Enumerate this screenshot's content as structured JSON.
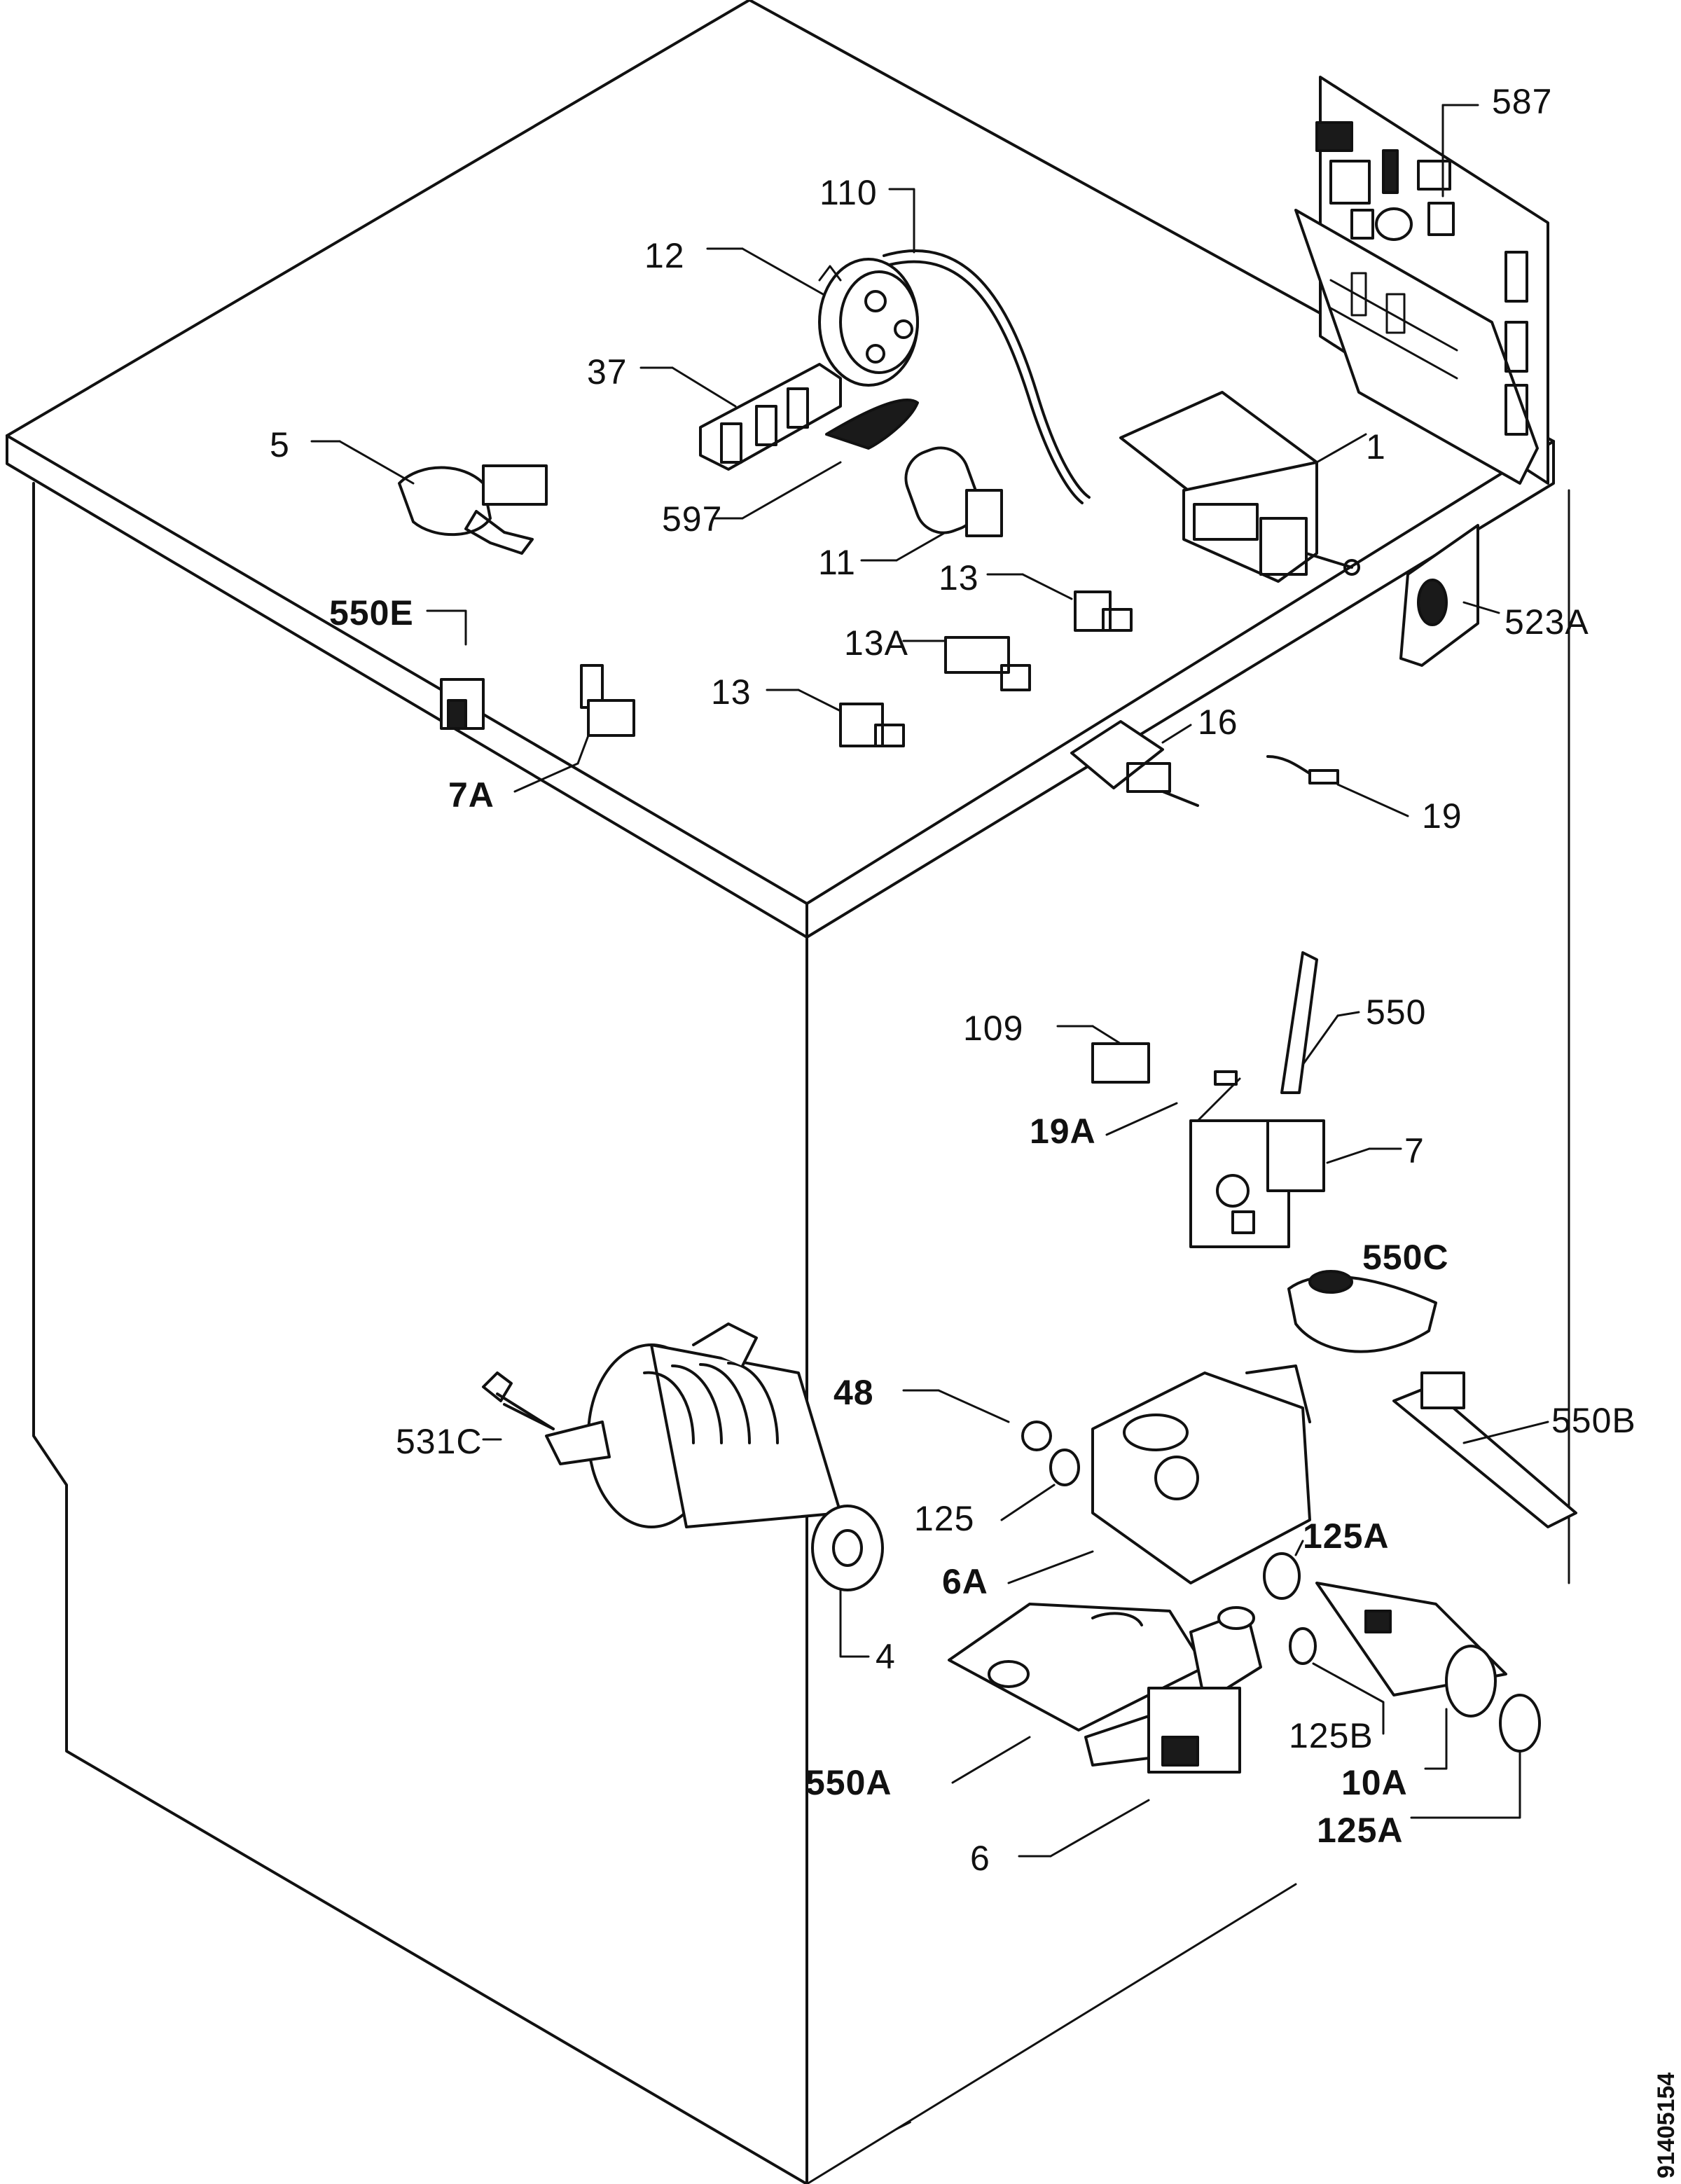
{
  "diagram": {
    "document_number": "91405154",
    "parts": [
      {
        "id": "587",
        "label": "587"
      },
      {
        "id": "110",
        "label": "110"
      },
      {
        "id": "12",
        "label": "12"
      },
      {
        "id": "37",
        "label": "37"
      },
      {
        "id": "5",
        "label": "5"
      },
      {
        "id": "1",
        "label": "1"
      },
      {
        "id": "597",
        "label": "597"
      },
      {
        "id": "11",
        "label": "11"
      },
      {
        "id": "13_top",
        "label": "13"
      },
      {
        "id": "523A",
        "label": "523A"
      },
      {
        "id": "550E",
        "label": "550E"
      },
      {
        "id": "13A",
        "label": "13A"
      },
      {
        "id": "13_mid",
        "label": "13"
      },
      {
        "id": "16",
        "label": "16"
      },
      {
        "id": "7A",
        "label": "7A"
      },
      {
        "id": "19",
        "label": "19"
      },
      {
        "id": "550",
        "label": "550"
      },
      {
        "id": "109",
        "label": "109"
      },
      {
        "id": "19A",
        "label": "19A"
      },
      {
        "id": "7",
        "label": "7"
      },
      {
        "id": "550C",
        "label": "550C"
      },
      {
        "id": "48",
        "label": "48"
      },
      {
        "id": "531C",
        "label": "531C"
      },
      {
        "id": "550B",
        "label": "550B"
      },
      {
        "id": "125",
        "label": "125"
      },
      {
        "id": "125A_upper",
        "label": "125A"
      },
      {
        "id": "6A",
        "label": "6A"
      },
      {
        "id": "4",
        "label": "4"
      },
      {
        "id": "125B",
        "label": "125B"
      },
      {
        "id": "550A",
        "label": "550A"
      },
      {
        "id": "10A",
        "label": "10A"
      },
      {
        "id": "125A_lower",
        "label": "125A"
      },
      {
        "id": "6",
        "label": "6"
      }
    ]
  }
}
